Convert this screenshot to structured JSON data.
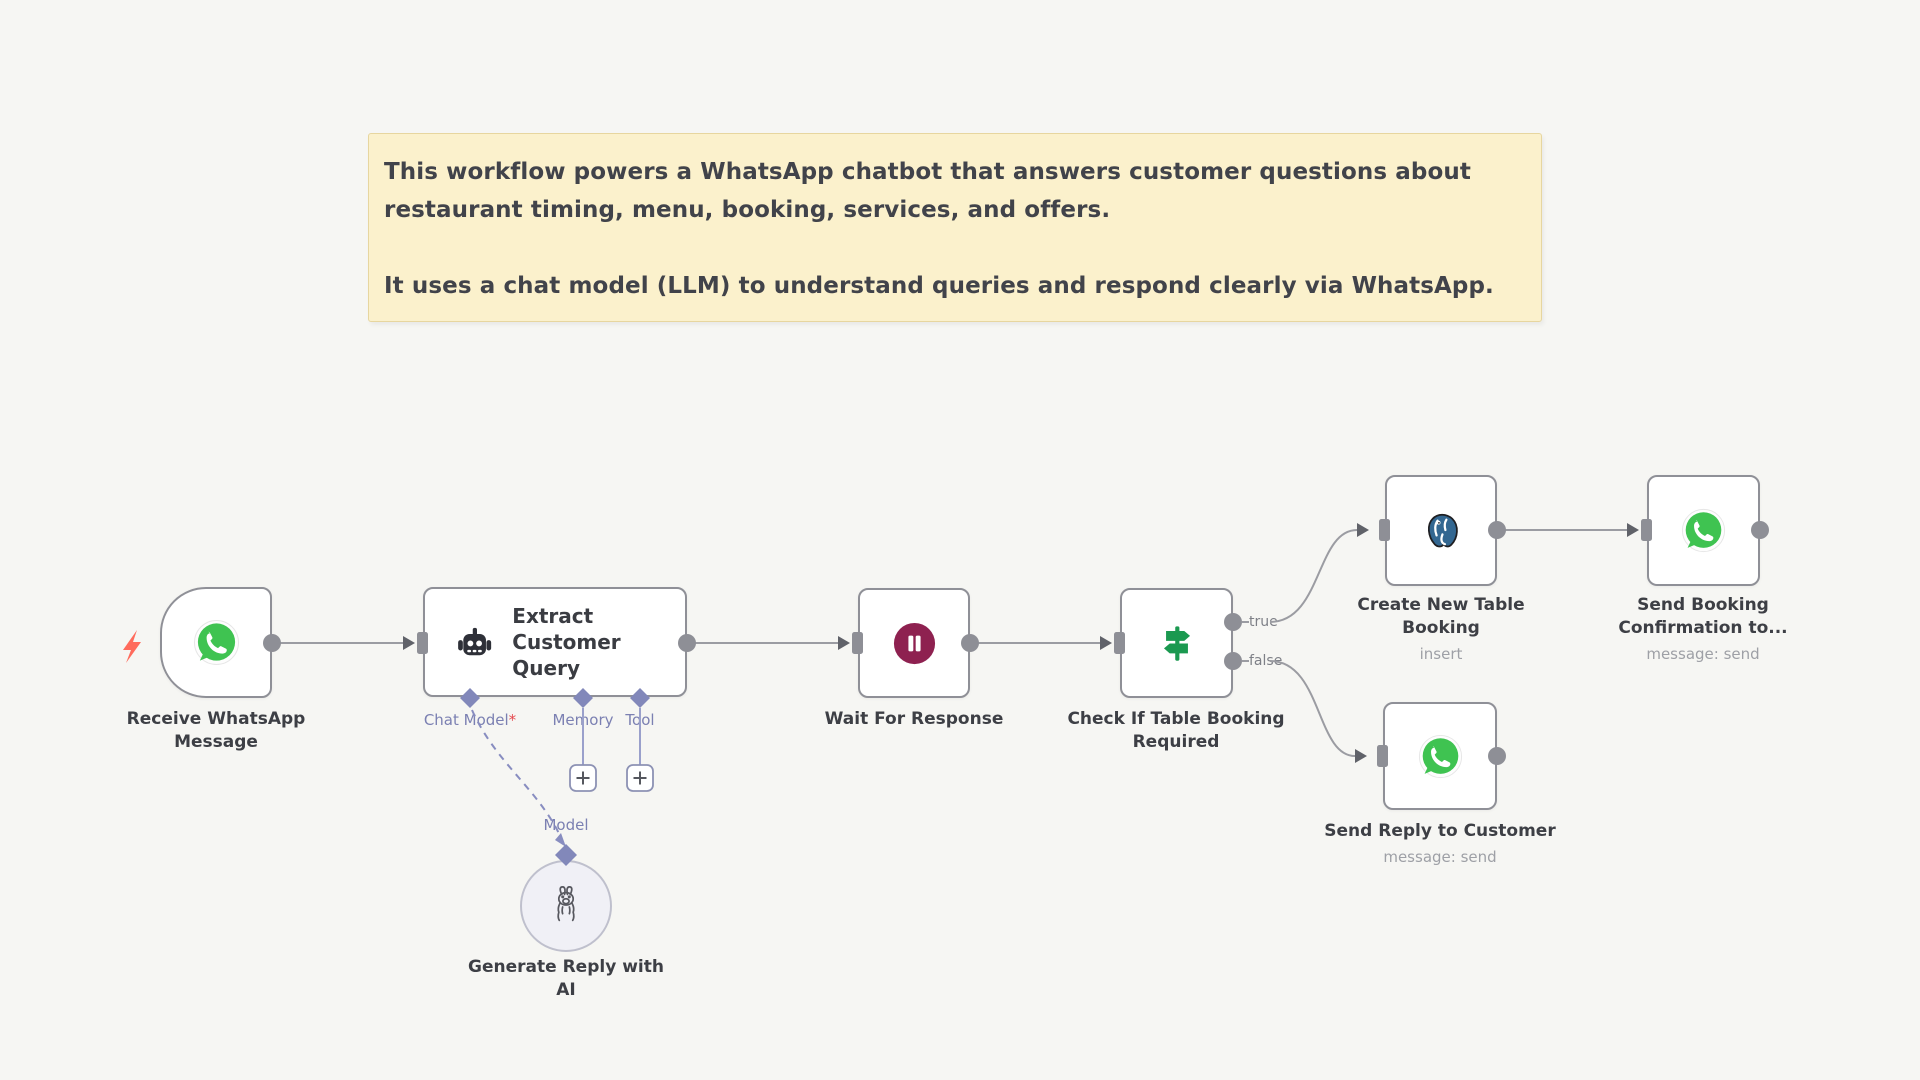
{
  "sticky": {
    "paragraph1": "This workflow powers a WhatsApp chatbot that answers customer questions about restaurant timing, menu, booking, services, and offers.",
    "paragraph2": "It uses a chat model (LLM) to understand queries and respond clearly via WhatsApp."
  },
  "nodes": {
    "receive": {
      "line1": "Receive WhatsApp",
      "line2": "Message"
    },
    "extract": {
      "line1": "Extract",
      "line2": "Customer Query"
    },
    "wait": {
      "label": "Wait For Response"
    },
    "check": {
      "line1": "Check If Table Booking",
      "line2": "Required"
    },
    "create": {
      "line1": "Create New Table",
      "line2": "Booking",
      "sub": "insert"
    },
    "send_booking": {
      "line1": "Send Booking",
      "line2": "Confirmation to...",
      "sub": "message: send"
    },
    "send_reply": {
      "label": "Send Reply to Customer",
      "sub": "message: send"
    },
    "ai": {
      "line1": "Generate Reply with",
      "line2": "AI"
    }
  },
  "ports": {
    "chat_model": "Chat Model",
    "chat_model_required": "*",
    "memory": "Memory",
    "tool": "Tool",
    "model": "Model",
    "true_label": "true",
    "false_label": "false"
  },
  "icons": {
    "whatsapp": "whatsapp-bubble-phone",
    "robot": "ai-agent-robot",
    "pause": "pause-circle",
    "signpost": "if-signpost",
    "postgres": "postgres-elephant",
    "llama": "ollama-llama",
    "lightning": "trigger-lightning-bolt",
    "plus": "add-connection-plus"
  },
  "colors": {
    "canvas_bg": "#f6f6f3",
    "sticky_bg": "#fbf1cc",
    "node_border": "#8f9097",
    "wire": "#9b9ca2",
    "port": "#8e8f96",
    "lavender": "#8288ba",
    "whatsapp_green": "#3fc351",
    "wait_maroon": "#8e2150",
    "if_green": "#1b9950",
    "postgres_blue": "#336791",
    "bolt_coral": "#ff6b5c",
    "required_red": "#e5484d"
  }
}
